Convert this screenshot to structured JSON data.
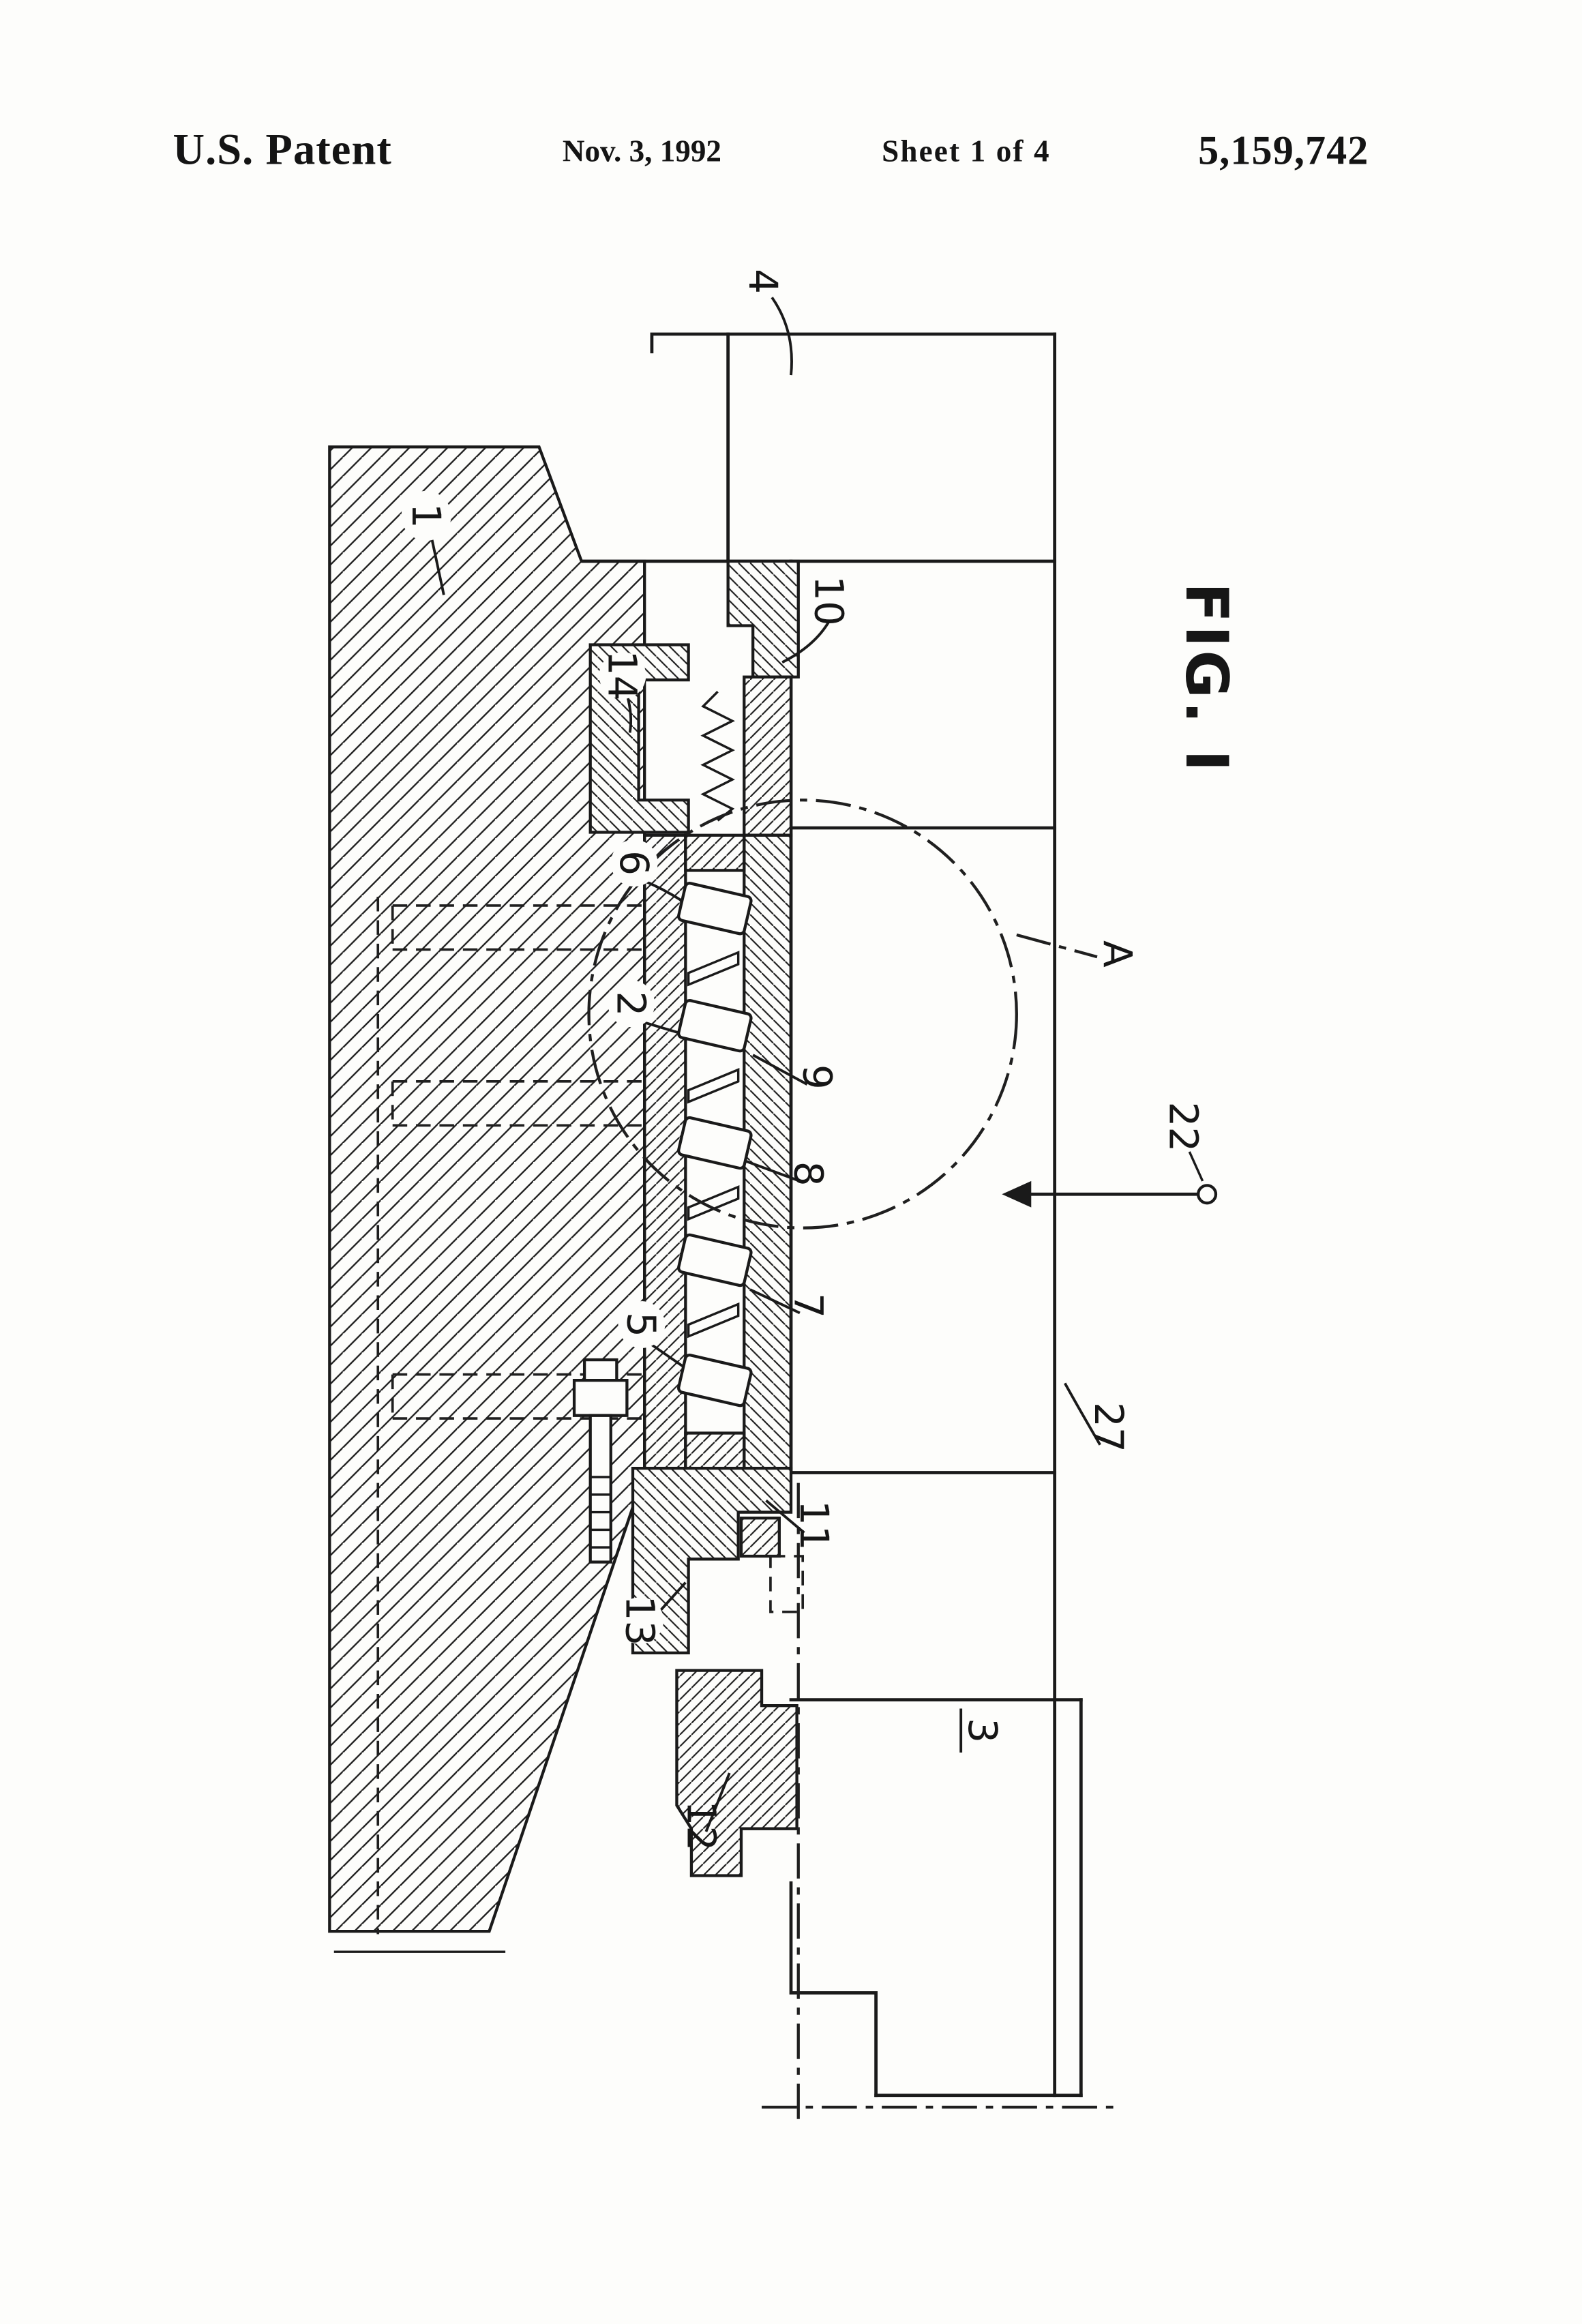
{
  "page": {
    "background": "#fdfdfb",
    "ink": "#1a1a1a"
  },
  "header": {
    "title": "U.S. Patent",
    "date": "Nov. 3, 1992",
    "sheet": "Sheet 1 of 4",
    "patent_number": "5,159,742"
  },
  "figure": {
    "label": "FIG. I",
    "reference_numerals": [
      "4",
      "1",
      "10",
      "14",
      "6",
      "2",
      "9",
      "8",
      "22",
      "A",
      "5",
      "7",
      "27",
      "11",
      "13",
      "3",
      "12"
    ]
  }
}
